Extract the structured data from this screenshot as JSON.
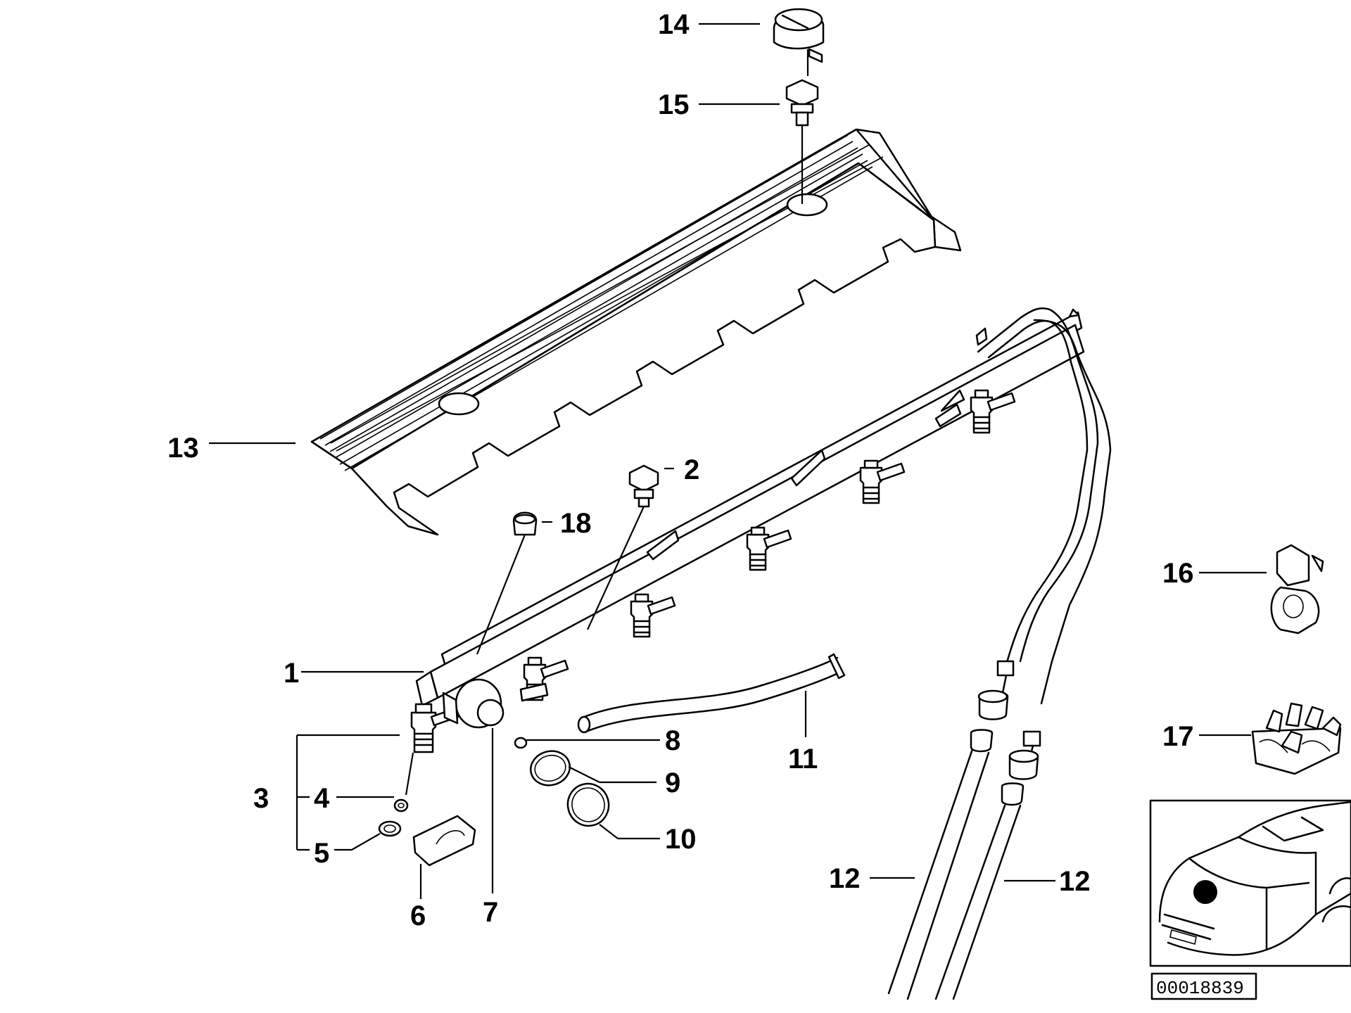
{
  "callouts": {
    "c1": "1",
    "c2": "2",
    "c3": "3",
    "c4": "4",
    "c5": "5",
    "c6": "6",
    "c7": "7",
    "c8": "8",
    "c9": "9",
    "c10": "10",
    "c11": "11",
    "c12a": "12",
    "c12b": "12",
    "c13": "13",
    "c14": "14",
    "c15": "15",
    "c16": "16",
    "c17": "17",
    "c18": "18"
  },
  "reference_number": "00018839",
  "icons": {
    "locator": "car-locator-icon",
    "marker": "location-marker-dot"
  }
}
